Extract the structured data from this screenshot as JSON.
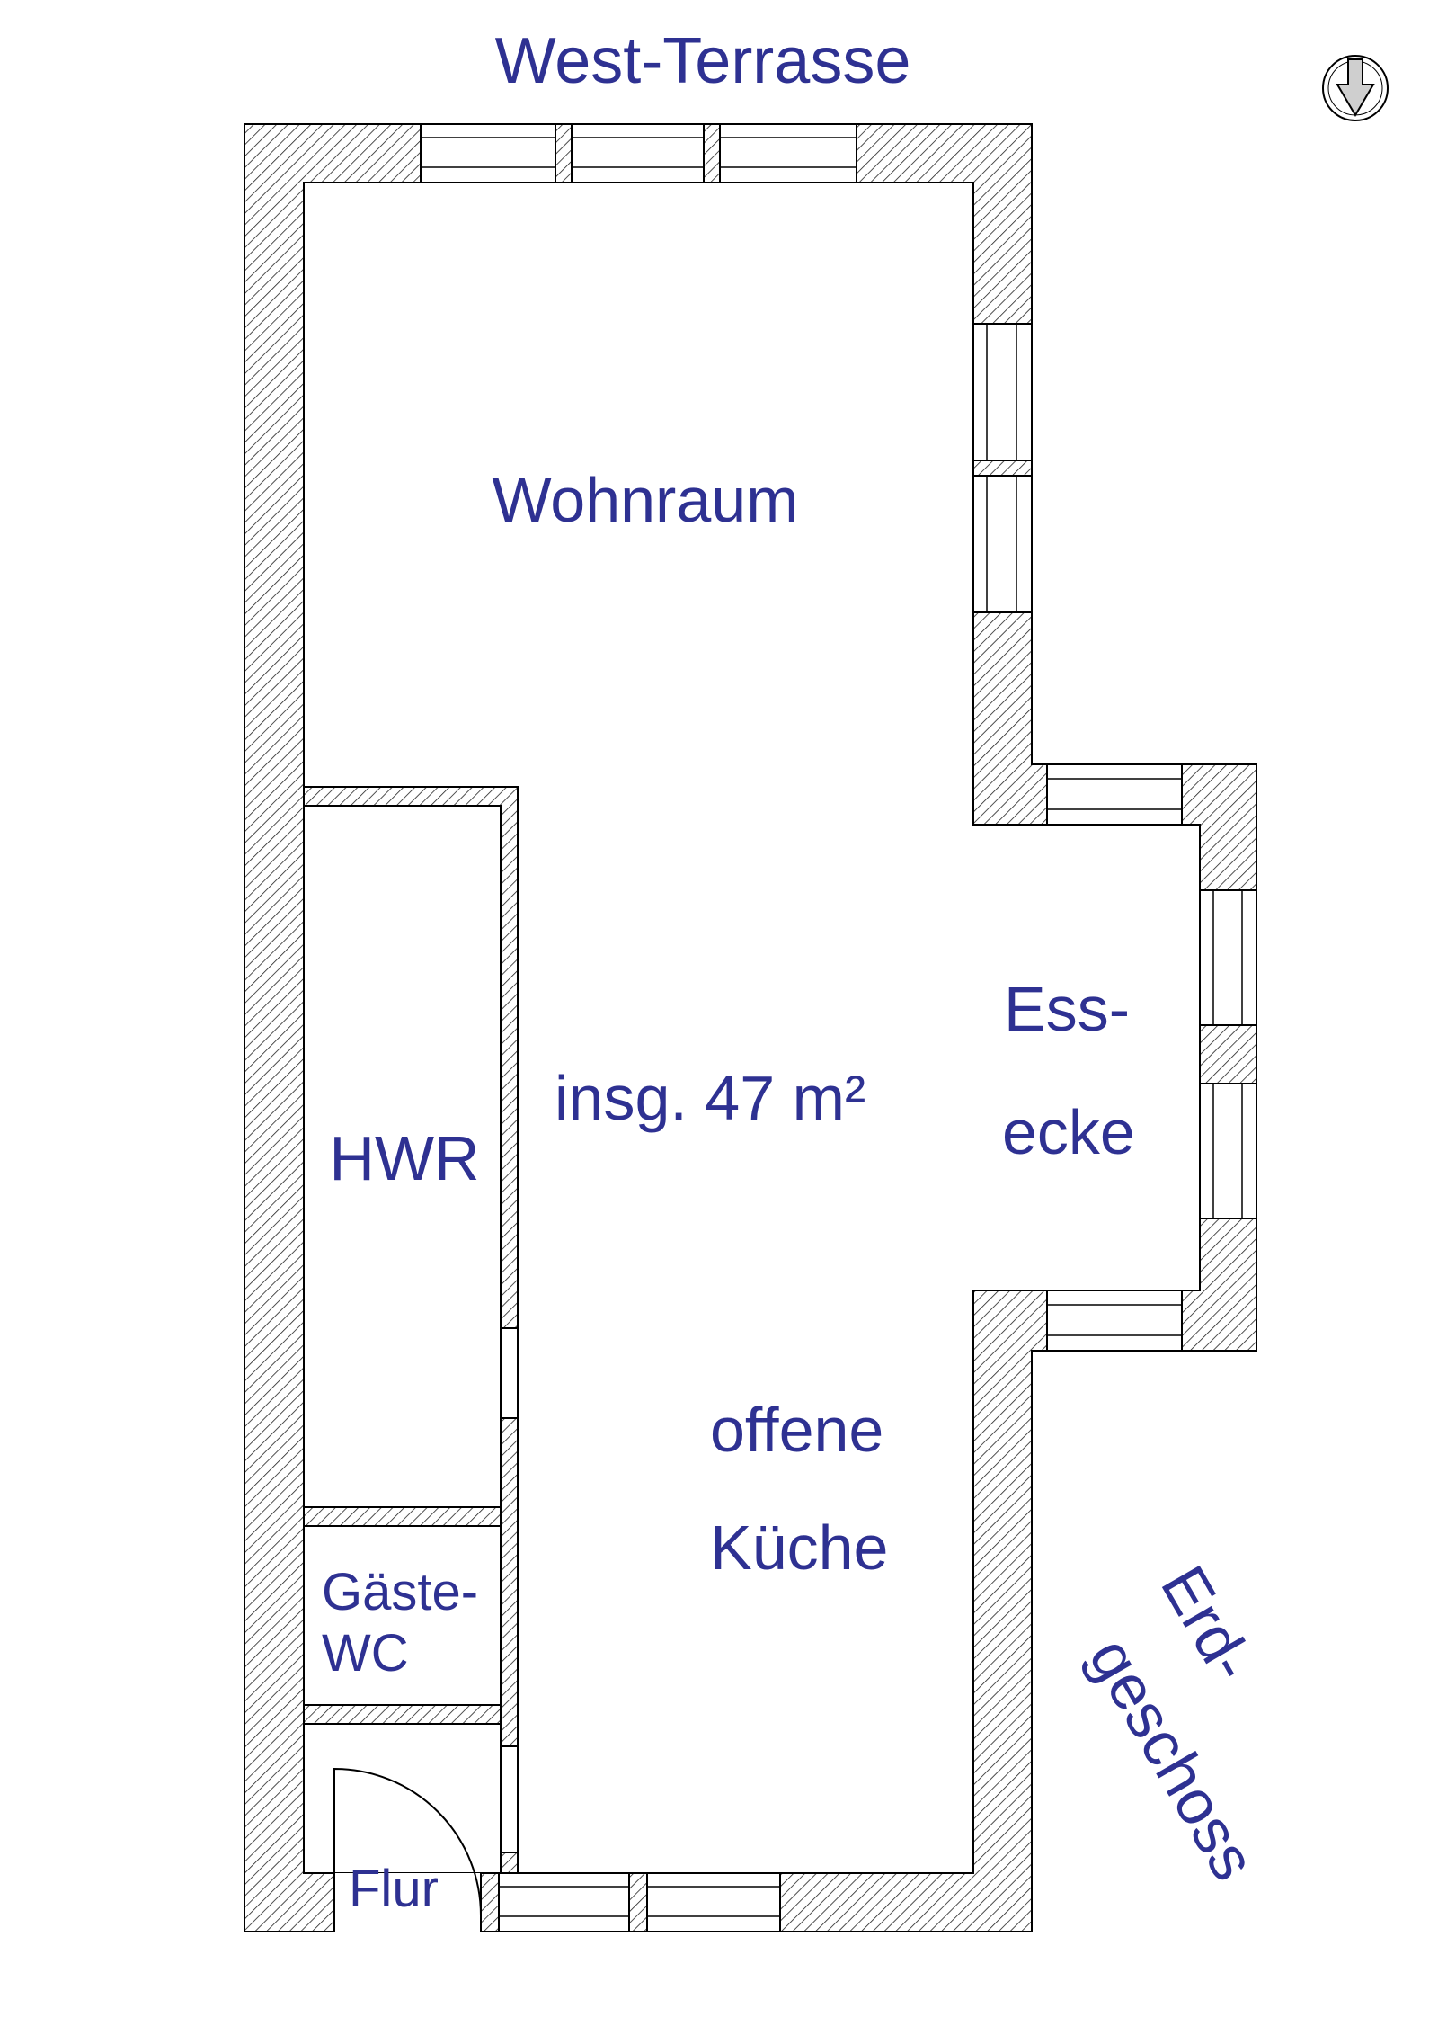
{
  "labels": {
    "terrace": "West-Terrasse",
    "living_room": "Wohnraum",
    "dining_line1": "Ess-",
    "dining_line2": "ecke",
    "total_area": "insg. 47 m²",
    "utility_room": "HWR",
    "guest_wc_line1": "Gäste-",
    "guest_wc_line2": "WC",
    "kitchen_line1": "offene",
    "kitchen_line2": "Küche",
    "hallway": "Flur",
    "floor_line1": "Erd-",
    "floor_line2": "geschoss"
  },
  "colors": {
    "label": "#2e3192",
    "wall_line": "#000000",
    "background": "#ffffff"
  },
  "icons": {
    "compass": "north-arrow-icon"
  }
}
